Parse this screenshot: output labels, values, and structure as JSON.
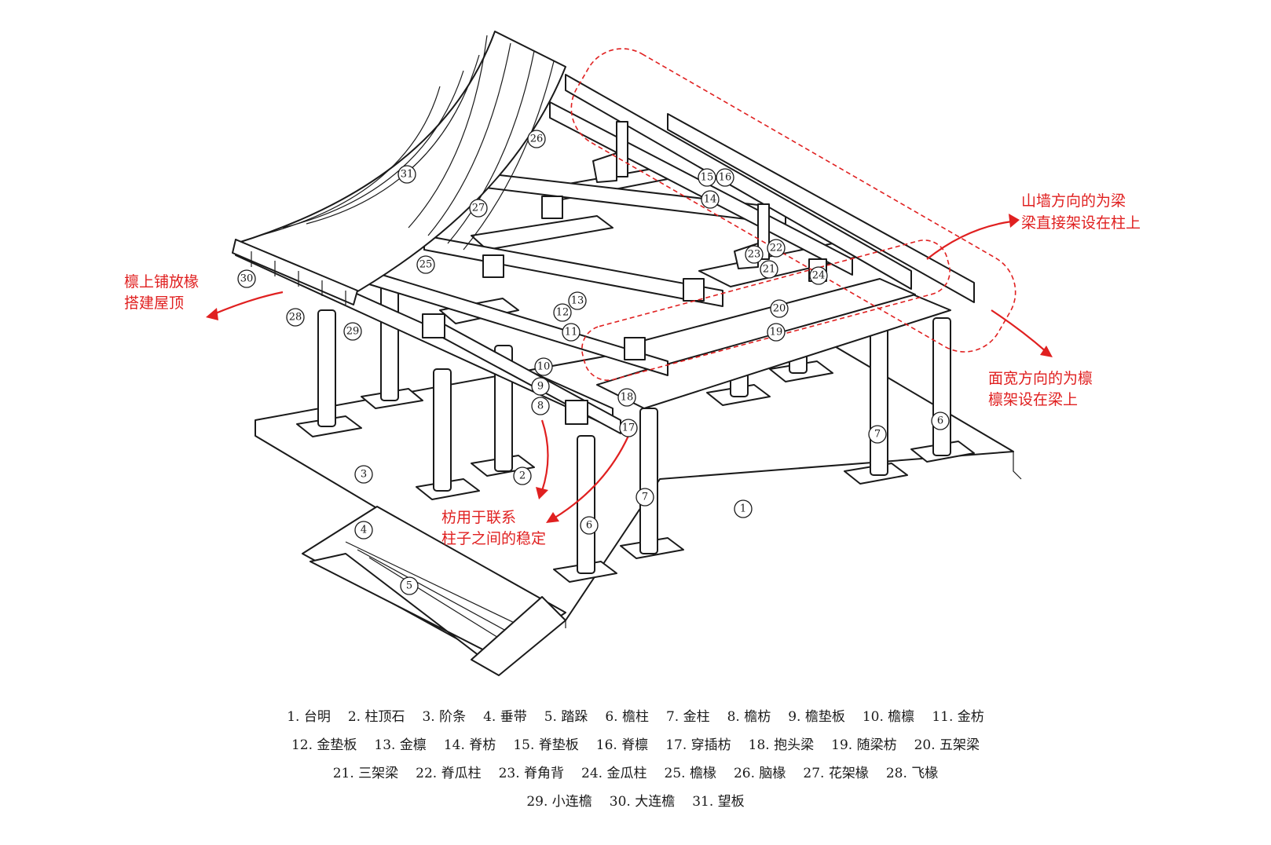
{
  "labels": [
    {
      "n": "1"
    },
    {
      "n": "2"
    },
    {
      "n": "3"
    },
    {
      "n": "4"
    },
    {
      "n": "5"
    },
    {
      "n": "6"
    },
    {
      "n": "6"
    },
    {
      "n": "7"
    },
    {
      "n": "7"
    },
    {
      "n": "8"
    },
    {
      "n": "9"
    },
    {
      "n": "10"
    },
    {
      "n": "11"
    },
    {
      "n": "12"
    },
    {
      "n": "13"
    },
    {
      "n": "14"
    },
    {
      "n": "15"
    },
    {
      "n": "16"
    },
    {
      "n": "17"
    },
    {
      "n": "18"
    },
    {
      "n": "19"
    },
    {
      "n": "20"
    },
    {
      "n": "21"
    },
    {
      "n": "22"
    },
    {
      "n": "23"
    },
    {
      "n": "24"
    },
    {
      "n": "25"
    },
    {
      "n": "26"
    },
    {
      "n": "27"
    },
    {
      "n": "28"
    },
    {
      "n": "29"
    },
    {
      "n": "30"
    },
    {
      "n": "31"
    }
  ],
  "annotations": {
    "rafters": [
      "檩上铺放椽",
      "搭建屋顶"
    ],
    "gable": [
      "山墙方向的为梁",
      "梁直接架设在柱上"
    ],
    "bay": [
      "面宽方向的为檩",
      "檩架设在梁上"
    ],
    "tie": [
      "枋用于联系",
      "柱子之间的稳定"
    ]
  },
  "legend": [
    [
      "1. 台明",
      "2. 柱顶石",
      "3. 阶条",
      "4. 垂带",
      "5. 踏跺",
      "6. 檐柱",
      "7. 金柱",
      "8. 檐枋",
      "9. 檐垫板",
      "10. 檐檩",
      "11. 金枋"
    ],
    [
      "12. 金垫板",
      "13. 金檩",
      "14. 脊枋",
      "15. 脊垫板",
      "16. 脊檩",
      "17. 穿插枋",
      "18. 抱头梁",
      "19. 随梁枋",
      "20. 五架梁"
    ],
    [
      "21. 三架梁",
      "22. 脊瓜柱",
      "23. 脊角背",
      "24. 金瓜柱",
      "25. 檐椽",
      "26. 脑椽",
      "27. 花架椽",
      "28. 飞椽"
    ],
    [
      "29. 小连檐",
      "30. 大连檐",
      "31. 望板"
    ]
  ]
}
